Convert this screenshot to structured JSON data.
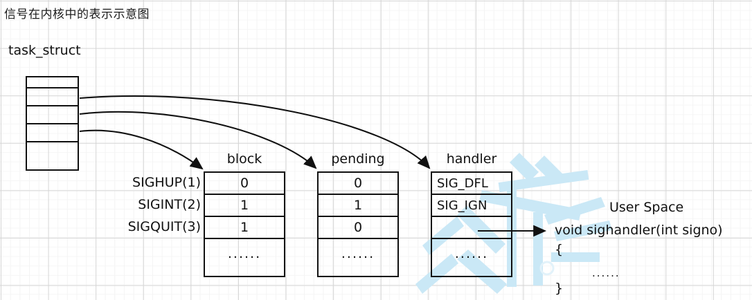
{
  "title": "信号在内核中的表示示意图",
  "task_struct": {
    "label": "task_struct",
    "row_count": 5
  },
  "columns": {
    "block": "block",
    "pending": "pending",
    "handler": "handler"
  },
  "signals": [
    "SIGHUP(1)",
    "SIGINT(2)",
    "SIGQUIT(3)"
  ],
  "ellipsis": "......",
  "table_block": {
    "header": "block",
    "values": [
      "0",
      "1",
      "1",
      "......"
    ]
  },
  "table_pending": {
    "header": "pending",
    "values": [
      "0",
      "1",
      "0",
      "......"
    ]
  },
  "table_handler": {
    "header": "handler",
    "values": [
      "SIG_DFL",
      "SIG_IGN",
      "",
      "......"
    ]
  },
  "user_space": {
    "title": "User Space",
    "signature": "void sighandler(int signo)",
    "brace_open": "{",
    "body": "......",
    "brace_close": "}"
  },
  "colors": {
    "ink": "#111111",
    "grid_major": "#d6d6d6",
    "grid_minor": "#f4f4f4",
    "watermark": "#cae8f6"
  }
}
